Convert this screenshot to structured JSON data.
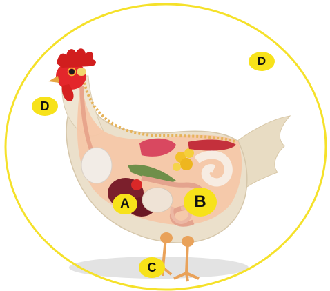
{
  "diagram": {
    "labels": {
      "a": "A",
      "b": "B",
      "c": "C",
      "d_head": "D",
      "d_outer": "D"
    },
    "colors": {
      "circle": "#f5e12a",
      "label_fill": "#f7e21a",
      "feathers": "#eadfc9",
      "interior": "#f3bfa0",
      "comb": "#d11e1e",
      "legs": "#e9a25a"
    }
  }
}
